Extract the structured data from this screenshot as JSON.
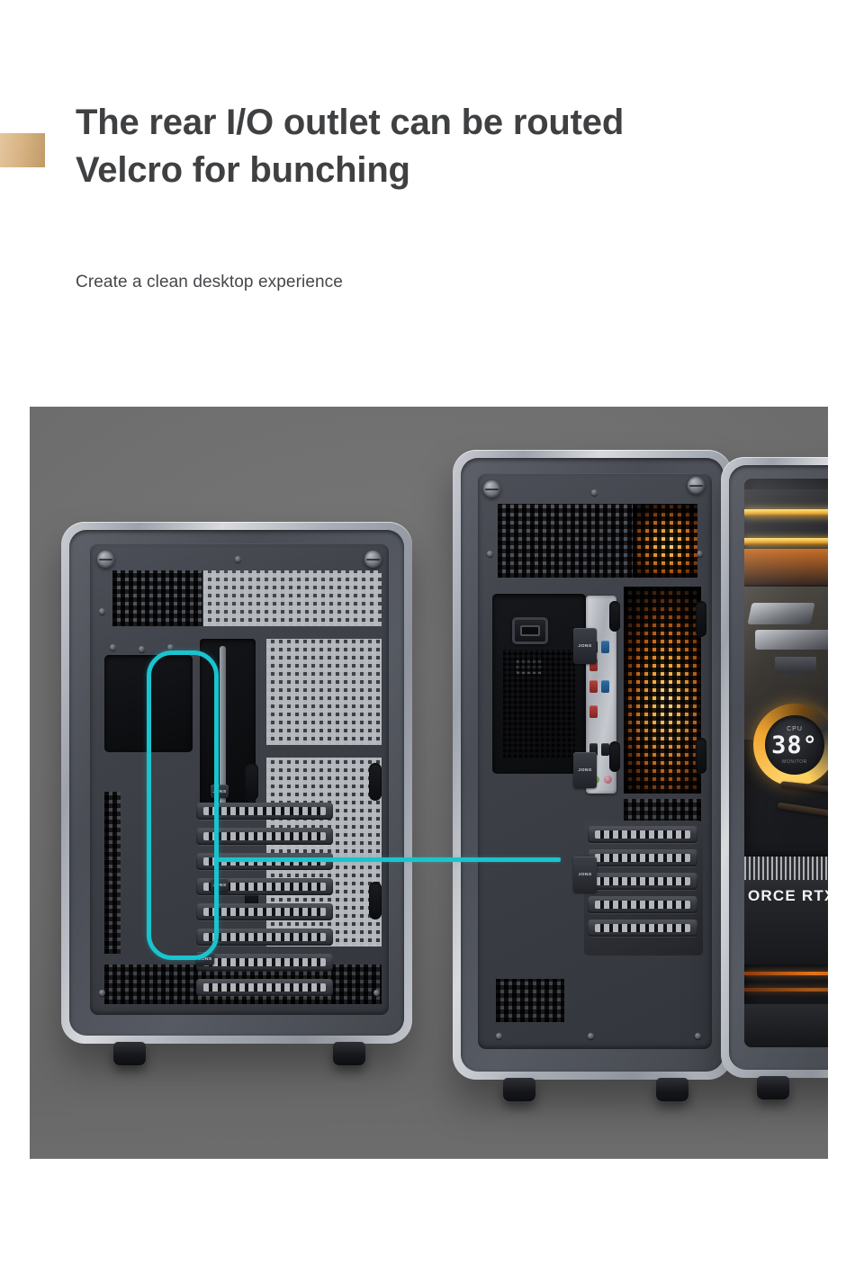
{
  "header": {
    "headline_line1": "The rear I/O outlet can be routed",
    "headline_line2": "Velcro for bunching",
    "subhead": "Create a clean desktop experience",
    "accent_color": "#cfa877"
  },
  "photo": {
    "background_color": "#6e6e6e",
    "callout_color": "#19c4ce"
  },
  "cases": {
    "left": {
      "name": "rear-panel-view"
    },
    "middle": {
      "name": "rear-io-view"
    },
    "right": {
      "name": "glass-side-view"
    }
  },
  "velcro": {
    "brand": "JONS",
    "tabs": [
      "JONS",
      "JONS",
      "JONS",
      "JONS",
      "JONS",
      "JONS"
    ]
  },
  "internals": {
    "cpu_label": "CPU",
    "cpu_temp": "38",
    "cpu_unit": "°",
    "cpu_sub": "MONITOR",
    "gpu_brand": "ORCE RTX"
  }
}
